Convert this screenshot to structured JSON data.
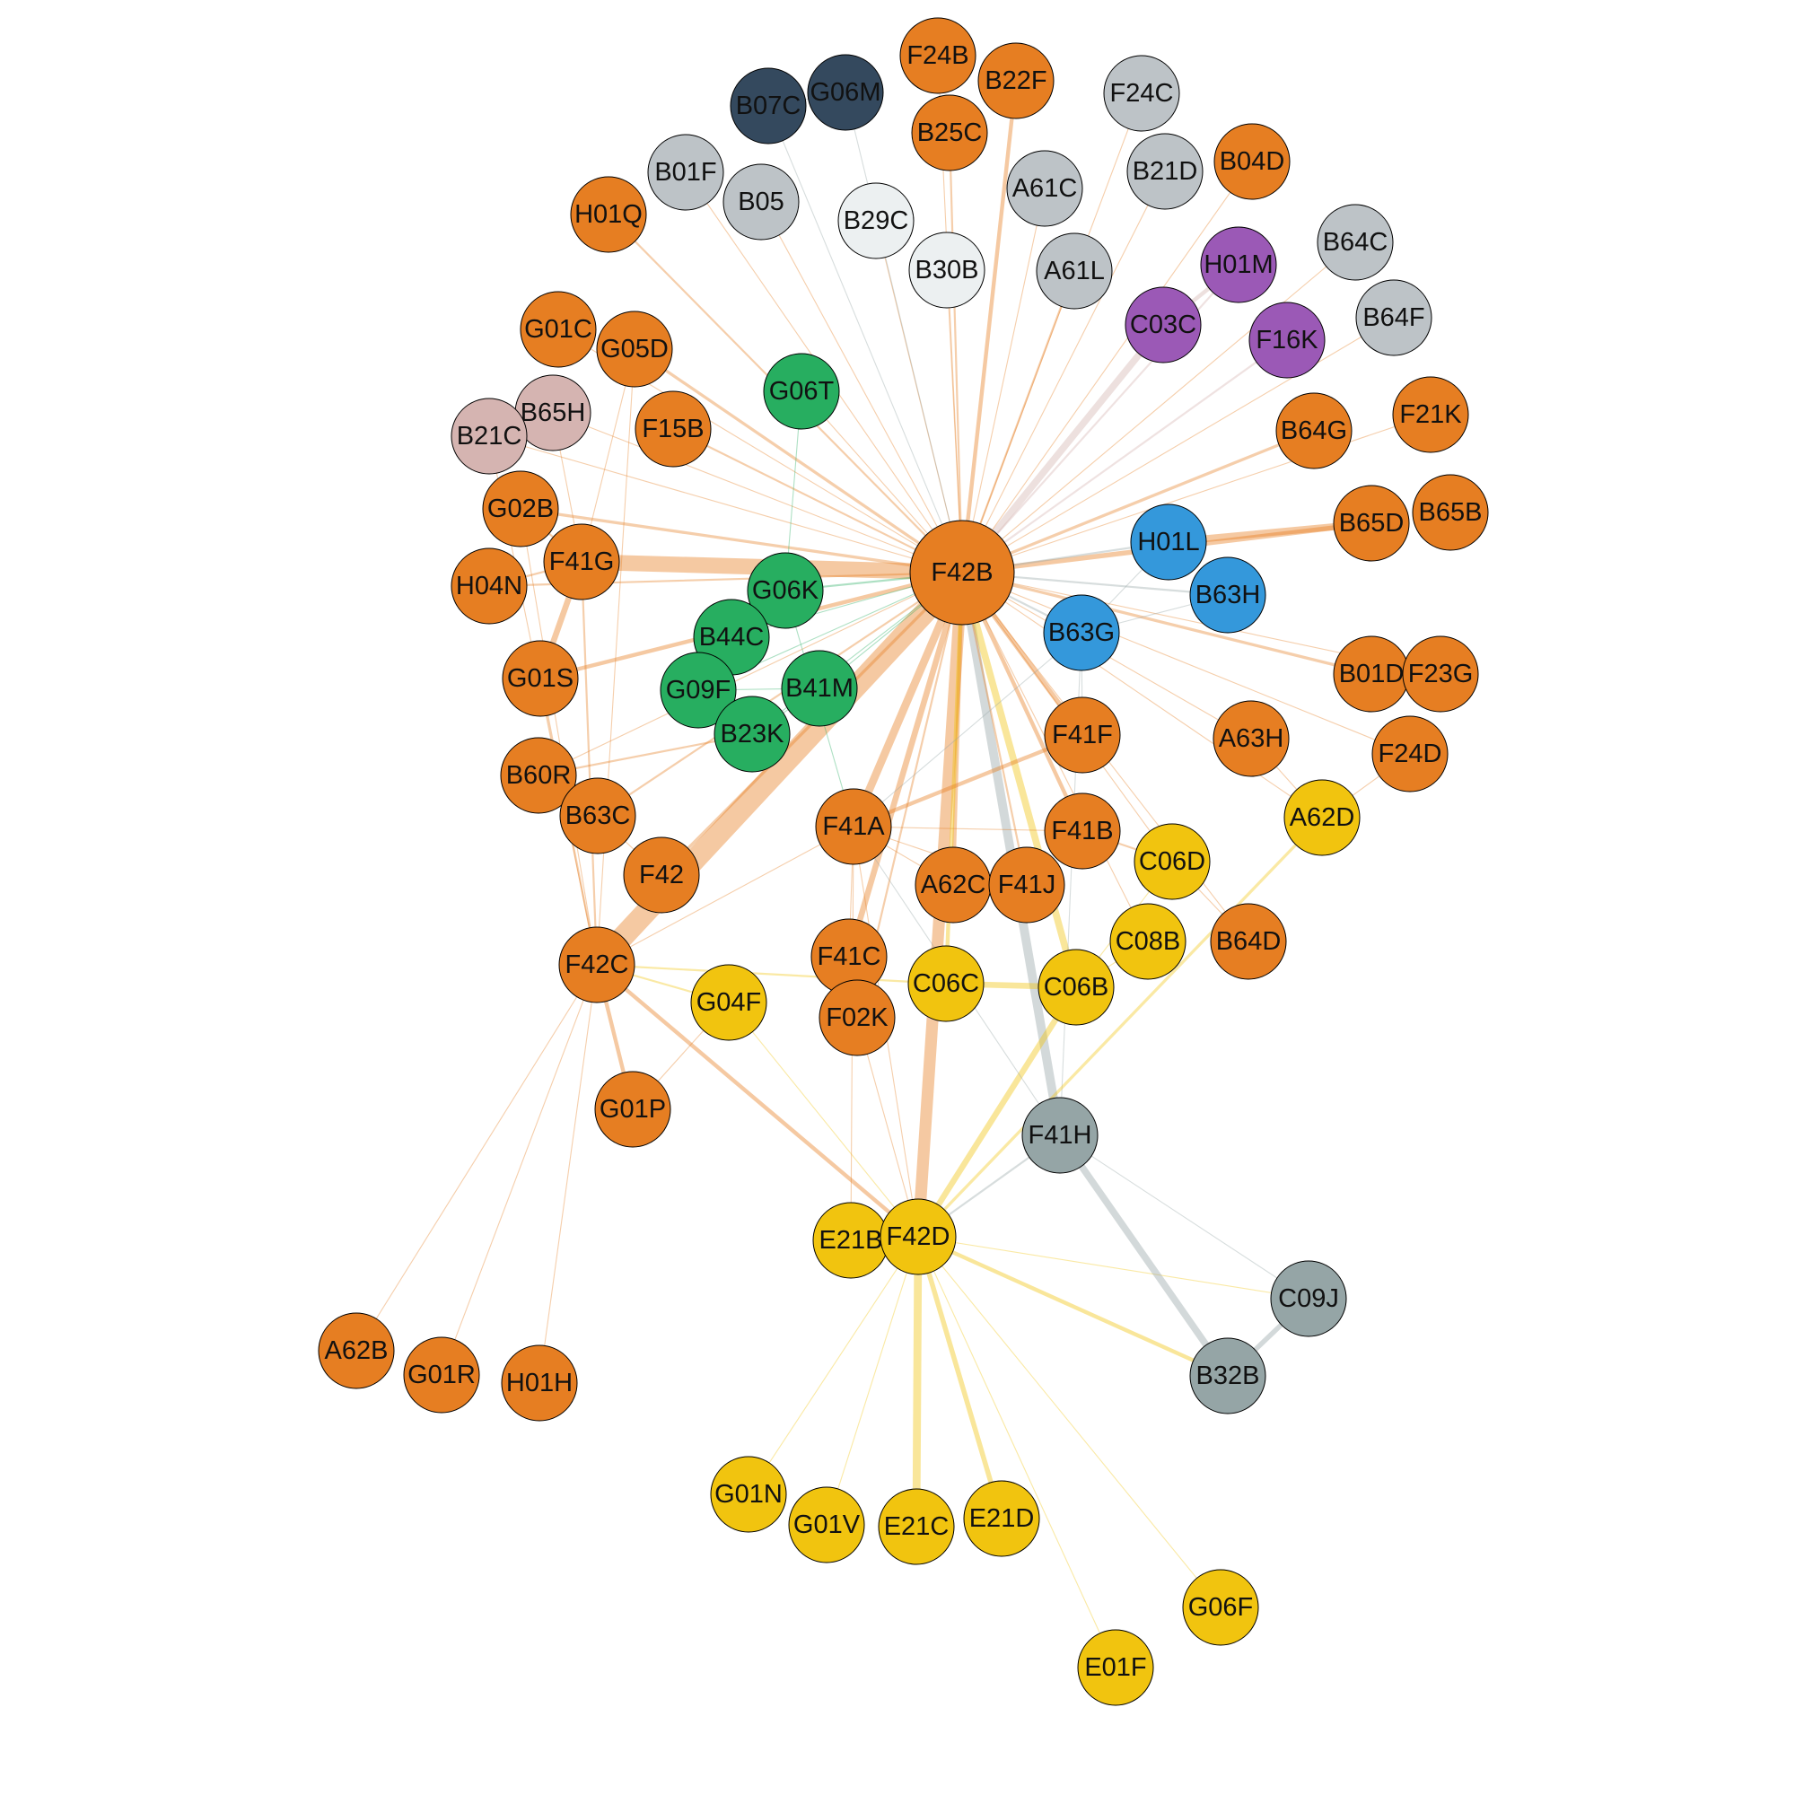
{
  "colors": {
    "orange": "#e67e22",
    "yellow": "#f1c40f",
    "green": "#27ae60",
    "blue": "#3498db",
    "purple": "#9b59b6",
    "navy": "#34495e",
    "lightgray": "#bdc3c7",
    "white": "#ecf0f1",
    "pink": "#d5b4b1",
    "slate": "#95a5a6"
  },
  "nodes": [
    {
      "id": "F42B",
      "group": "orange",
      "size": "large"
    },
    {
      "id": "F24B",
      "group": "orange"
    },
    {
      "id": "B22F",
      "group": "orange"
    },
    {
      "id": "F24C",
      "group": "lightgray"
    },
    {
      "id": "B07C",
      "group": "navy"
    },
    {
      "id": "G06M",
      "group": "navy"
    },
    {
      "id": "B25C",
      "group": "orange"
    },
    {
      "id": "B04D",
      "group": "orange"
    },
    {
      "id": "B01F",
      "group": "lightgray"
    },
    {
      "id": "A61C",
      "group": "lightgray"
    },
    {
      "id": "B21D",
      "group": "lightgray"
    },
    {
      "id": "B05",
      "group": "lightgray"
    },
    {
      "id": "B29C",
      "group": "white"
    },
    {
      "id": "H01Q",
      "group": "orange"
    },
    {
      "id": "B64C",
      "group": "lightgray"
    },
    {
      "id": "B30B",
      "group": "white"
    },
    {
      "id": "A61L",
      "group": "lightgray"
    },
    {
      "id": "H01M",
      "group": "purple"
    },
    {
      "id": "B64F",
      "group": "lightgray"
    },
    {
      "id": "C03C",
      "group": "purple"
    },
    {
      "id": "F16K",
      "group": "purple"
    },
    {
      "id": "G01C",
      "group": "orange"
    },
    {
      "id": "G05D",
      "group": "orange"
    },
    {
      "id": "G06T",
      "group": "green"
    },
    {
      "id": "B65H",
      "group": "pink"
    },
    {
      "id": "B21C",
      "group": "pink"
    },
    {
      "id": "F15B",
      "group": "orange"
    },
    {
      "id": "F21K",
      "group": "orange"
    },
    {
      "id": "B64G",
      "group": "orange"
    },
    {
      "id": "B65B",
      "group": "orange"
    },
    {
      "id": "B65D",
      "group": "orange"
    },
    {
      "id": "G02B",
      "group": "orange"
    },
    {
      "id": "H01L",
      "group": "blue"
    },
    {
      "id": "F41G",
      "group": "orange"
    },
    {
      "id": "H04N",
      "group": "orange"
    },
    {
      "id": "G06K",
      "group": "green"
    },
    {
      "id": "B63H",
      "group": "blue"
    },
    {
      "id": "B44C",
      "group": "green"
    },
    {
      "id": "B63G",
      "group": "blue"
    },
    {
      "id": "G01S",
      "group": "orange"
    },
    {
      "id": "B01D",
      "group": "orange"
    },
    {
      "id": "F23G",
      "group": "orange"
    },
    {
      "id": "G09F",
      "group": "green"
    },
    {
      "id": "B41M",
      "group": "green"
    },
    {
      "id": "B23K",
      "group": "green"
    },
    {
      "id": "F41F",
      "group": "orange"
    },
    {
      "id": "A63H",
      "group": "orange"
    },
    {
      "id": "F24D",
      "group": "orange"
    },
    {
      "id": "B60R",
      "group": "orange"
    },
    {
      "id": "B63C",
      "group": "orange"
    },
    {
      "id": "F41A",
      "group": "orange"
    },
    {
      "id": "A62D",
      "group": "yellow"
    },
    {
      "id": "F41B",
      "group": "orange"
    },
    {
      "id": "C06D",
      "group": "yellow"
    },
    {
      "id": "F42",
      "group": "orange"
    },
    {
      "id": "A62C",
      "group": "orange"
    },
    {
      "id": "F41J",
      "group": "orange"
    },
    {
      "id": "C08B",
      "group": "yellow"
    },
    {
      "id": "B64D",
      "group": "orange"
    },
    {
      "id": "F42C",
      "group": "orange"
    },
    {
      "id": "F41C",
      "group": "orange"
    },
    {
      "id": "C06C",
      "group": "yellow"
    },
    {
      "id": "C06B",
      "group": "yellow"
    },
    {
      "id": "G04F",
      "group": "yellow"
    },
    {
      "id": "F02K",
      "group": "orange"
    },
    {
      "id": "G01P",
      "group": "orange"
    },
    {
      "id": "F41H",
      "group": "slate"
    },
    {
      "id": "E21B",
      "group": "yellow"
    },
    {
      "id": "F42D",
      "group": "yellow"
    },
    {
      "id": "C09J",
      "group": "slate"
    },
    {
      "id": "A62B",
      "group": "orange"
    },
    {
      "id": "G01R",
      "group": "orange"
    },
    {
      "id": "H01H",
      "group": "orange"
    },
    {
      "id": "B32B",
      "group": "slate"
    },
    {
      "id": "G01N",
      "group": "yellow"
    },
    {
      "id": "G01V",
      "group": "yellow"
    },
    {
      "id": "E21C",
      "group": "yellow"
    },
    {
      "id": "E21D",
      "group": "yellow"
    },
    {
      "id": "G06F",
      "group": "yellow"
    },
    {
      "id": "E01F",
      "group": "yellow"
    }
  ],
  "edges": [
    {
      "s": "F42B",
      "t": "F42C",
      "w": 22,
      "c": "orange"
    },
    {
      "s": "F42B",
      "t": "F41G",
      "w": 16,
      "c": "orange"
    },
    {
      "s": "F42B",
      "t": "F42D",
      "w": 12,
      "c": "orange"
    },
    {
      "s": "F42B",
      "t": "F41H",
      "w": 9,
      "c": "slate"
    },
    {
      "s": "F42B",
      "t": "C06B",
      "w": 7,
      "c": "yellow"
    },
    {
      "s": "F42B",
      "t": "F41A",
      "w": 8,
      "c": "orange"
    },
    {
      "s": "F42B",
      "t": "B65D",
      "w": 5,
      "c": "orange"
    },
    {
      "s": "F42B",
      "t": "C03C",
      "w": 7,
      "c": "pink"
    },
    {
      "s": "F42B",
      "t": "F41C",
      "w": 6,
      "c": "orange"
    },
    {
      "s": "F42B",
      "t": "A62C",
      "w": 4,
      "c": "orange"
    },
    {
      "s": "F42B",
      "t": "F41F",
      "w": 5,
      "c": "orange"
    },
    {
      "s": "F42B",
      "t": "F41B",
      "w": 4,
      "c": "orange"
    },
    {
      "s": "F42B",
      "t": "G01S",
      "w": 4,
      "c": "orange"
    },
    {
      "s": "F42B",
      "t": "B22F",
      "w": 4,
      "c": "orange"
    },
    {
      "s": "F42B",
      "t": "B64G",
      "w": 3,
      "c": "orange"
    },
    {
      "s": "F42B",
      "t": "G02B",
      "w": 3,
      "c": "orange"
    },
    {
      "s": "F42B",
      "t": "G05D",
      "w": 3,
      "c": "orange"
    },
    {
      "s": "F42B",
      "t": "B01D",
      "w": 3,
      "c": "orange"
    },
    {
      "s": "F42B",
      "t": "C06C",
      "w": 4,
      "c": "yellow"
    },
    {
      "s": "F42B",
      "t": "F42",
      "w": 3,
      "c": "orange"
    },
    {
      "s": "F42B",
      "t": "B63C",
      "w": 2,
      "c": "orange"
    },
    {
      "s": "F42B",
      "t": "H04N",
      "w": 2,
      "c": "orange"
    },
    {
      "s": "F42B",
      "t": "B25C",
      "w": 2,
      "c": "orange"
    },
    {
      "s": "F42B",
      "t": "A61L",
      "w": 2,
      "c": "orange"
    },
    {
      "s": "F42B",
      "t": "H01M",
      "w": 2,
      "c": "pink"
    },
    {
      "s": "F42B",
      "t": "F16K",
      "w": 2,
      "c": "pink"
    },
    {
      "s": "F42B",
      "t": "H01L",
      "w": 2,
      "c": "slate"
    },
    {
      "s": "F42B",
      "t": "B63H",
      "w": 2,
      "c": "slate"
    },
    {
      "s": "F42B",
      "t": "B63G",
      "w": 2,
      "c": "slate"
    },
    {
      "s": "F42B",
      "t": "F15B",
      "w": 2,
      "c": "orange"
    },
    {
      "s": "F42B",
      "t": "G06K",
      "w": 2,
      "c": "green"
    },
    {
      "s": "F42B",
      "t": "B44C",
      "w": 1,
      "c": "green"
    },
    {
      "s": "F42B",
      "t": "G09F",
      "w": 1,
      "c": "green"
    },
    {
      "s": "F42B",
      "t": "B41M",
      "w": 1,
      "c": "green"
    },
    {
      "s": "F42B",
      "t": "B23K",
      "w": 1,
      "c": "green"
    },
    {
      "s": "F42B",
      "t": "G06T",
      "w": 1,
      "c": "orange"
    },
    {
      "s": "F42B",
      "t": "A63H",
      "w": 1,
      "c": "orange"
    },
    {
      "s": "F42B",
      "t": "F24D",
      "w": 1,
      "c": "orange"
    },
    {
      "s": "F42B",
      "t": "F23G",
      "w": 1,
      "c": "orange"
    },
    {
      "s": "F42B",
      "t": "F21K",
      "w": 1,
      "c": "orange"
    },
    {
      "s": "F42B",
      "t": "B64C",
      "w": 1,
      "c": "orange"
    },
    {
      "s": "F42B",
      "t": "B64F",
      "w": 1,
      "c": "orange"
    },
    {
      "s": "F42B",
      "t": "B04D",
      "w": 1,
      "c": "orange"
    },
    {
      "s": "F42B",
      "t": "B21D",
      "w": 1,
      "c": "orange"
    },
    {
      "s": "F42B",
      "t": "F24C",
      "w": 1,
      "c": "orange"
    },
    {
      "s": "F42B",
      "t": "A61C",
      "w": 1,
      "c": "orange"
    },
    {
      "s": "F42B",
      "t": "B30B",
      "w": 1,
      "c": "orange"
    },
    {
      "s": "F42B",
      "t": "B29C",
      "w": 1,
      "c": "orange"
    },
    {
      "s": "F42B",
      "t": "F24B",
      "w": 1,
      "c": "orange"
    },
    {
      "s": "F42B",
      "t": "G06M",
      "w": 1,
      "c": "slate"
    },
    {
      "s": "F42B",
      "t": "B07C",
      "w": 1,
      "c": "slate"
    },
    {
      "s": "F42B",
      "t": "B05",
      "w": 1,
      "c": "orange"
    },
    {
      "s": "F42B",
      "t": "B01F",
      "w": 1,
      "c": "orange"
    },
    {
      "s": "F42B",
      "t": "H01Q",
      "w": 2,
      "c": "orange"
    },
    {
      "s": "F42B",
      "t": "G01C",
      "w": 1,
      "c": "orange"
    },
    {
      "s": "F42B",
      "t": "B65H",
      "w": 1,
      "c": "orange"
    },
    {
      "s": "F42B",
      "t": "B21C",
      "w": 1,
      "c": "orange"
    },
    {
      "s": "F42B",
      "t": "B60R",
      "w": 1,
      "c": "orange"
    },
    {
      "s": "F42B",
      "t": "C06D",
      "w": 1,
      "c": "orange"
    },
    {
      "s": "F42B",
      "t": "C08B",
      "w": 1,
      "c": "orange"
    },
    {
      "s": "F42B",
      "t": "F41J",
      "w": 2,
      "c": "orange"
    },
    {
      "s": "F42B",
      "t": "F02K",
      "w": 2,
      "c": "orange"
    },
    {
      "s": "F42B",
      "t": "B64D",
      "w": 1,
      "c": "orange"
    },
    {
      "s": "F42B",
      "t": "A62D",
      "w": 1,
      "c": "orange"
    },
    {
      "s": "H01L",
      "t": "B65D",
      "w": 7,
      "c": "orange"
    },
    {
      "s": "H01L",
      "t": "B63G",
      "w": 1,
      "c": "slate"
    },
    {
      "s": "B63H",
      "t": "B63G",
      "w": 1,
      "c": "slate"
    },
    {
      "s": "F41G",
      "t": "G01S",
      "w": 6,
      "c": "orange"
    },
    {
      "s": "F41G",
      "t": "G02B",
      "w": 2,
      "c": "orange"
    },
    {
      "s": "F41G",
      "t": "F42C",
      "w": 2,
      "c": "orange"
    },
    {
      "s": "F41G",
      "t": "H04N",
      "w": 2,
      "c": "orange"
    },
    {
      "s": "F41G",
      "t": "G05D",
      "w": 1,
      "c": "orange"
    },
    {
      "s": "F41G",
      "t": "B65H",
      "w": 1,
      "c": "orange"
    },
    {
      "s": "F42C",
      "t": "F42D",
      "w": 4,
      "c": "orange"
    },
    {
      "s": "F42C",
      "t": "G01S",
      "w": 2,
      "c": "orange"
    },
    {
      "s": "F42C",
      "t": "G01P",
      "w": 4,
      "c": "orange"
    },
    {
      "s": "F42C",
      "t": "C06C",
      "w": 2,
      "c": "yellow"
    },
    {
      "s": "F42C",
      "t": "G04F",
      "w": 2,
      "c": "yellow"
    },
    {
      "s": "F42C",
      "t": "A62B",
      "w": 1,
      "c": "orange"
    },
    {
      "s": "F42C",
      "t": "G01R",
      "w": 1,
      "c": "orange"
    },
    {
      "s": "F42C",
      "t": "H01H",
      "w": 1,
      "c": "orange"
    },
    {
      "s": "F42C",
      "t": "B21C",
      "w": 1,
      "c": "orange"
    },
    {
      "s": "F42C",
      "t": "G02B",
      "w": 1,
      "c": "orange"
    },
    {
      "s": "F42C",
      "t": "G05D",
      "w": 1,
      "c": "orange"
    },
    {
      "s": "F42C",
      "t": "F41A",
      "w": 1,
      "c": "orange"
    },
    {
      "s": "F42D",
      "t": "C06B",
      "w": 6,
      "c": "yellow"
    },
    {
      "s": "F42D",
      "t": "E21C",
      "w": 8,
      "c": "yellow"
    },
    {
      "s": "F42D",
      "t": "E21D",
      "w": 5,
      "c": "yellow"
    },
    {
      "s": "F42D",
      "t": "B32B",
      "w": 4,
      "c": "yellow"
    },
    {
      "s": "F42D",
      "t": "F41H",
      "w": 2,
      "c": "slate"
    },
    {
      "s": "F42D",
      "t": "G01V",
      "w": 1,
      "c": "yellow"
    },
    {
      "s": "F42D",
      "t": "G01N",
      "w": 1,
      "c": "yellow"
    },
    {
      "s": "F42D",
      "t": "G06F",
      "w": 1,
      "c": "yellow"
    },
    {
      "s": "F42D",
      "t": "E01F",
      "w": 1,
      "c": "yellow"
    },
    {
      "s": "F42D",
      "t": "E21B",
      "w": 1,
      "c": "yellow"
    },
    {
      "s": "F42D",
      "t": "F41A",
      "w": 1,
      "c": "orange"
    },
    {
      "s": "F42D",
      "t": "C09J",
      "w": 1,
      "c": "yellow"
    },
    {
      "s": "F42D",
      "t": "G04F",
      "w": 1,
      "c": "yellow"
    },
    {
      "s": "F41H",
      "t": "B32B",
      "w": 7,
      "c": "slate"
    },
    {
      "s": "F41H",
      "t": "C09J",
      "w": 1,
      "c": "slate"
    },
    {
      "s": "F41H",
      "t": "F41A",
      "w": 1,
      "c": "slate"
    },
    {
      "s": "F41H",
      "t": "B63G",
      "w": 1,
      "c": "slate"
    },
    {
      "s": "B32B",
      "t": "C09J",
      "w": 5,
      "c": "slate"
    },
    {
      "s": "C06B",
      "t": "C06C",
      "w": 6,
      "c": "yellow"
    },
    {
      "s": "C06B",
      "t": "C06D",
      "w": 1,
      "c": "yellow"
    },
    {
      "s": "C06B",
      "t": "C08B",
      "w": 1,
      "c": "yellow"
    },
    {
      "s": "A62D",
      "t": "F42D",
      "w": 3,
      "c": "yellow"
    },
    {
      "s": "A62D",
      "t": "A63H",
      "w": 1,
      "c": "orange"
    },
    {
      "s": "A62D",
      "t": "F24D",
      "w": 1,
      "c": "orange"
    },
    {
      "s": "F41A",
      "t": "F41F",
      "w": 4,
      "c": "orange"
    },
    {
      "s": "F41A",
      "t": "F41B",
      "w": 1,
      "c": "orange"
    },
    {
      "s": "F41A",
      "t": "F41J",
      "w": 1,
      "c": "orange"
    },
    {
      "s": "F41A",
      "t": "A62C",
      "w": 1,
      "c": "orange"
    },
    {
      "s": "F41A",
      "t": "F41C",
      "w": 1,
      "c": "orange"
    },
    {
      "s": "F41A",
      "t": "G06K",
      "w": 1,
      "c": "green"
    },
    {
      "s": "F41A",
      "t": "B63G",
      "w": 1,
      "c": "slate"
    },
    {
      "s": "F41C",
      "t": "F02K",
      "w": 1,
      "c": "orange"
    },
    {
      "s": "F41B",
      "t": "C06D",
      "w": 2,
      "c": "orange"
    },
    {
      "s": "F41F",
      "t": "B63G",
      "w": 1,
      "c": "slate"
    },
    {
      "s": "C06D",
      "t": "B64D",
      "w": 1,
      "c": "orange"
    },
    {
      "s": "G06K",
      "t": "G06T",
      "w": 1,
      "c": "green"
    },
    {
      "s": "G06K",
      "t": "B44C",
      "w": 1,
      "c": "green"
    },
    {
      "s": "B44C",
      "t": "G09F",
      "w": 1,
      "c": "green"
    },
    {
      "s": "G09F",
      "t": "B41M",
      "w": 1,
      "c": "green"
    },
    {
      "s": "G09F",
      "t": "B23K",
      "w": 1,
      "c": "green"
    },
    {
      "s": "B41M",
      "t": "B23K",
      "w": 1,
      "c": "green"
    },
    {
      "s": "B60R",
      "t": "B23K",
      "w": 2,
      "c": "orange"
    },
    {
      "s": "B63C",
      "t": "F42",
      "w": 1,
      "c": "orange"
    },
    {
      "s": "B07C",
      "t": "G06M",
      "w": 1,
      "c": "slate"
    },
    {
      "s": "C03C",
      "t": "H01M",
      "w": 4,
      "c": "pink"
    },
    {
      "s": "G01P",
      "t": "G04F",
      "w": 1,
      "c": "orange"
    },
    {
      "s": "E21B",
      "t": "F41A",
      "w": 1,
      "c": "orange"
    },
    {
      "s": "F02K",
      "t": "F42D",
      "w": 1,
      "c": "orange"
    }
  ]
}
